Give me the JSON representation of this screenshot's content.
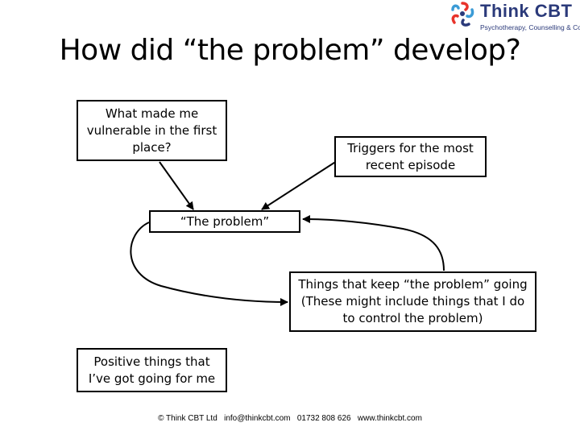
{
  "logo": {
    "name": "Think CBT",
    "tagline": "Psychotherapy, Counselling & Coaching"
  },
  "title": "How did “the problem” develop?",
  "boxes": {
    "vulnerable": "What made me vulnerable in the first place?",
    "triggers": "Triggers for the most recent episode",
    "problem": "“The problem”",
    "maintaining": "Things that keep “the problem” going (These might include things that I do to control the problem)",
    "positive": "Positive things that I’ve got going for me"
  },
  "footer": "© Think CBT Ltd   info@thinkcbt.com   01732 808 626   www.thinkcbt.com"
}
